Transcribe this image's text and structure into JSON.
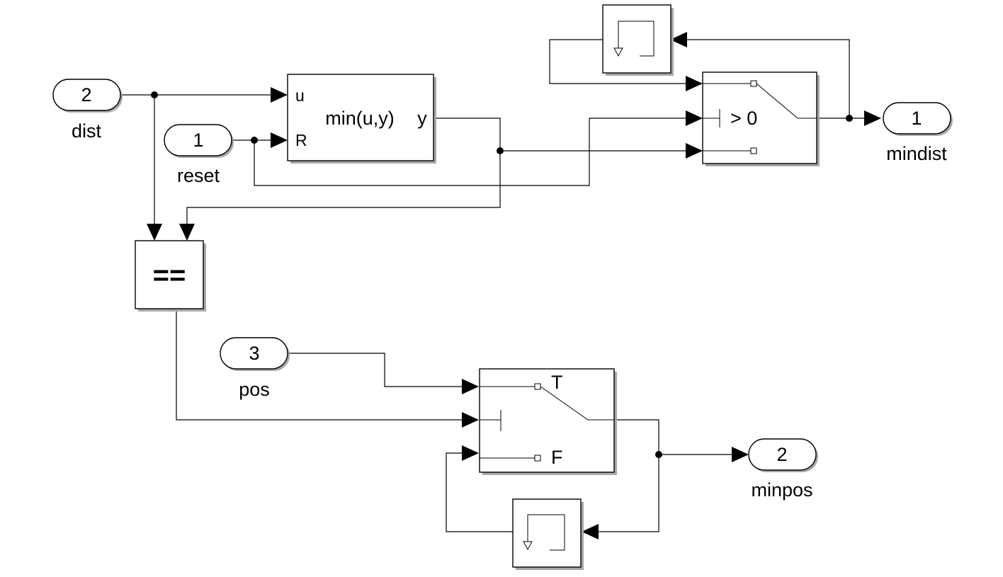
{
  "ports": {
    "in_dist": {
      "number": "2",
      "label": "dist"
    },
    "in_reset": {
      "number": "1",
      "label": "reset"
    },
    "in_pos": {
      "number": "3",
      "label": "pos"
    },
    "out_mindist": {
      "number": "1",
      "label": "mindist"
    },
    "out_minpos": {
      "number": "2",
      "label": "minpos"
    }
  },
  "min_block": {
    "input_u": "u",
    "input_r": "R",
    "expression": "min(u,y)",
    "output_y": "y"
  },
  "switch_top": {
    "criteria": "> 0"
  },
  "switch_bottom": {
    "true_label": "T",
    "false_label": "F"
  },
  "relational_operator": {
    "operator": "=="
  }
}
